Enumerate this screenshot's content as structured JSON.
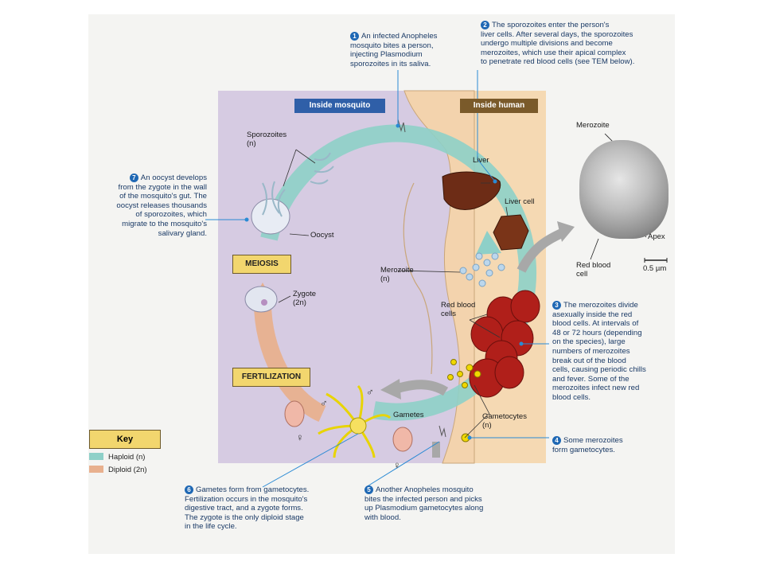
{
  "regions": {
    "inside_mosquito": "Inside mosquito",
    "inside_human": "Inside human"
  },
  "stages": {
    "meiosis": "MEIOSIS",
    "fertilization": "FERTILIZATION"
  },
  "steps": [
    {
      "num": "1",
      "lines": [
        "An infected Anopheles",
        "mosquito bites a person,",
        "injecting Plasmodium",
        "sporozoites in its saliva."
      ]
    },
    {
      "num": "2",
      "lines": [
        "The sporozoites enter the person's",
        "liver cells. After several days, the sporozoites",
        "undergo multiple divisions and become",
        "merozoites, which use their apical complex",
        "to penetrate red blood cells (see TEM below)."
      ]
    },
    {
      "num": "3",
      "lines": [
        "The merozoites divide",
        "asexually inside the red",
        "blood cells. At intervals of",
        "48 or 72 hours (depending",
        "on the species), large",
        "numbers of merozoites",
        "break out of the blood",
        "cells, causing periodic chills",
        "and fever. Some of the",
        "merozoites infect new red",
        "blood cells."
      ]
    },
    {
      "num": "4",
      "lines": [
        "Some merozoites",
        "form gametocytes."
      ]
    },
    {
      "num": "5",
      "lines": [
        "Another Anopheles mosquito",
        "bites the infected person and picks",
        "up Plasmodium gametocytes along",
        "with blood."
      ]
    },
    {
      "num": "6",
      "lines": [
        "Gametes form from gametocytes.",
        "Fertilization occurs in the mosquito's",
        "digestive tract, and a zygote forms.",
        "The zygote is the only diploid stage",
        "in the life cycle."
      ]
    },
    {
      "num": "7",
      "lines": [
        "An oocyst develops",
        "from the zygote in the wall",
        "of the mosquito's gut. The",
        "oocyst releases thousands",
        "of sporozoites, which",
        "migrate to the mosquito's",
        "salivary gland."
      ]
    }
  ],
  "labels": {
    "sporozoites": "Sporozoites",
    "sporozoites_n": "(n)",
    "oocyst": "Oocyst",
    "zygote": "Zygote",
    "zygote_2n": "(2n)",
    "liver": "Liver",
    "liver_cell": "Liver cell",
    "merozoite": "Merozoite",
    "merozoite_n": "(n)",
    "red_blood_cells": "Red blood\ncells",
    "gametes": "Gametes",
    "gametocytes": "Gametocytes",
    "gametocytes_n": "(n)",
    "male": "♂",
    "female": "♀",
    "tem_merozoite": "Merozoite",
    "tem_apex": "Apex",
    "tem_rbc": "Red blood\ncell",
    "tem_scale": "0.5 µm"
  },
  "key": {
    "title": "Key",
    "haploid": "Haploid (n)",
    "diploid": "Diploid (2n)"
  },
  "colors": {
    "haploid": "#8ed0c8",
    "diploid": "#e8b08e",
    "mosquito_region": "#d6cbe2",
    "human_region": "#f5d9b3",
    "header_blue": "#2f5fa8",
    "header_brown": "#7a5a2a",
    "step_badge": "#1f68b4",
    "callout_line": "#2a8ad4",
    "key_box": "#f2d66e"
  }
}
